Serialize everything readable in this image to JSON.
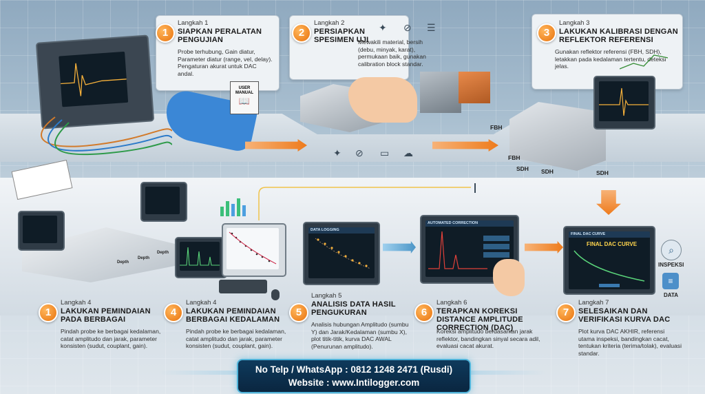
{
  "steps": [
    {
      "badge": "1",
      "label": "Langkah 1",
      "title": "SIAPKAN PERALATAN PENGUJIAN",
      "desc": "Probe terhubung, Gain diatur, Parameter diatur (range, vel, delay). Pengaturan akurat untuk DAC andal."
    },
    {
      "badge": "2",
      "label": "Langkah 2",
      "title": "PERSIAPKAN SPESIMEN UJI",
      "desc": "Mewakili material, bersih (debu, minyak, karat), permukaan baik, gunakan calibration block standar."
    },
    {
      "badge": "3",
      "label": "Langkah 3",
      "title": "LAKUKAN KALIBRASI DENGAN REFLEKTOR REFERENSI",
      "desc": "Gunakan reflektor referensi (FBH, SDH), letakkan pada kedalaman tertentu, deteksi jelas."
    },
    {
      "badge": "1",
      "label": "Langkah 4",
      "title": "LAKUKAN PEMINDAIAN PADA BERBAGAI",
      "desc": "Pindah probe ke berbagai kedalaman, catat amplitudo dan jarak, parameter konsisten (sudut, couplant, gain)."
    },
    {
      "badge": "4",
      "label": "Langkah 4",
      "title": "LAKUKAN PEMINDAIAN BERBAGAI KEDALAMAN",
      "desc": "Pindah probe ke berbagai kedalaman, catat amplitudo dan jarak, parameter konsisten (sudut, couplant, gain)."
    },
    {
      "badge": "5",
      "label": "Langkah 5",
      "title": "ANALISIS DATA HASIL PENGUKURAN",
      "desc": "Analisis hubungan Amplitudo (sumbu Y) dan Jarak/Kedalaman (sumbu X), plot titik-titik, kurva DAC AWAL (Penurunan amplitudo)."
    },
    {
      "badge": "6",
      "label": "Langkah 6",
      "title": "TERAPKAN KOREKSI DISTANCE AMPLITUDE CORRECTION (DAC)",
      "desc": "Koreksi amplitudo berdasarkan jarak reflektor, bandingkan sinyal secara adil, evaluasi cacat akurat."
    },
    {
      "badge": "7",
      "label": "Langkah 7",
      "title": "SELESAIKAN DAN VERIFIKASI KURVA DAC",
      "desc": "Plot kurva DAC AKHIR, referensi utama inspeksi, bandingkan cacat, tentukan kriteria (terima/tolak), evaluasi standar."
    }
  ],
  "labels": {
    "user_manual": "USER MANUAL",
    "fbh": "FBH",
    "sdh": "SDH",
    "depth": "Depth",
    "data_logging": "DATA LOGGING",
    "automated_correction": "AUTOMATED CORRECTION",
    "final_dac_header": "FINAL DAC CURVE",
    "final_dac_curve": "FINAL DAC CURVE",
    "inspeksi": "INSPEKSI",
    "data": "DATA"
  },
  "contact": {
    "phone": "No Telp / WhatsApp : 0812 1248 2471 (Rusdi)",
    "website": "Website : www.Intilogger.com"
  },
  "colors": {
    "accent": "#ee7b1c",
    "screen": "#0f1c26",
    "contact_bg": "#0a2640",
    "contact_border": "#4fb3d9"
  }
}
